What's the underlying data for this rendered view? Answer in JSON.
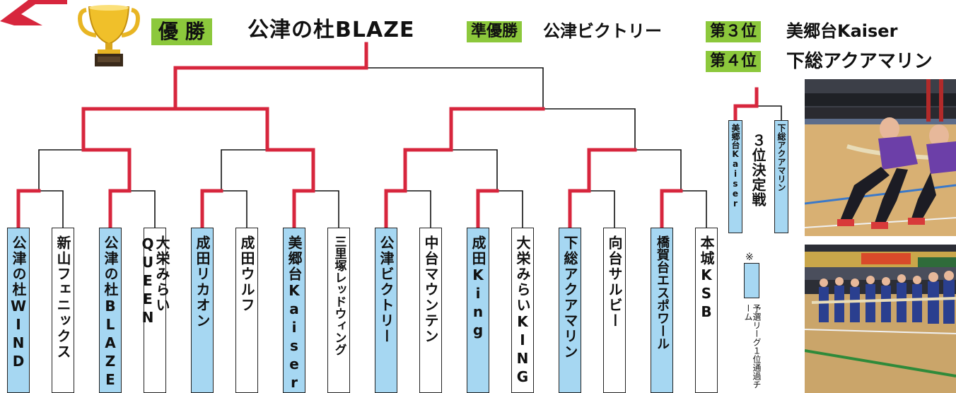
{
  "results": {
    "champion_label": "優 勝",
    "champion": "公津の杜BLAZE",
    "runner_up_label": "準優勝",
    "runner_up": "公津ビクトリー",
    "third_label": "第３位",
    "third": "美郷台Kaiser",
    "fourth_label": "第４位",
    "fourth": "下総アクアマリン"
  },
  "teams": [
    {
      "name": "公津の杜WIND",
      "qualifier": true
    },
    {
      "name": "新山フェニックス",
      "qualifier": false
    },
    {
      "name": "公津の杜BLAZE",
      "qualifier": true
    },
    {
      "name": "大栄みらいQUEEN",
      "qualifier": false
    },
    {
      "name": "成田リカオン",
      "qualifier": true
    },
    {
      "name": "成田ウルフ",
      "qualifier": false
    },
    {
      "name": "美郷台Kaiser",
      "qualifier": true
    },
    {
      "name": "三里塚レッドウィング",
      "qualifier": false
    },
    {
      "name": "公津ビクトリー",
      "qualifier": true
    },
    {
      "name": "中台マウンテン",
      "qualifier": false
    },
    {
      "name": "成田King",
      "qualifier": true
    },
    {
      "name": "大栄みらいKING",
      "qualifier": false
    },
    {
      "name": "下総アクアマリン",
      "qualifier": true
    },
    {
      "name": "向台サルビー",
      "qualifier": false
    },
    {
      "name": "橋賀台エスポワール",
      "qualifier": true
    },
    {
      "name": "本城KSB",
      "qualifier": false
    }
  ],
  "third_place_match": {
    "title": "３位決定戦",
    "team_a": "美郷台Kaiser",
    "team_b": "下総アクアマリン"
  },
  "legend": {
    "mark": "※",
    "text": "予選リーグ１位通過チーム"
  },
  "colors": {
    "winner_line": "#d7263d",
    "loser_line": "#111111",
    "label_green": "#8cc83c",
    "qualifier_fill": "#a6d7f2",
    "trophy_gold": "#e8b523"
  }
}
